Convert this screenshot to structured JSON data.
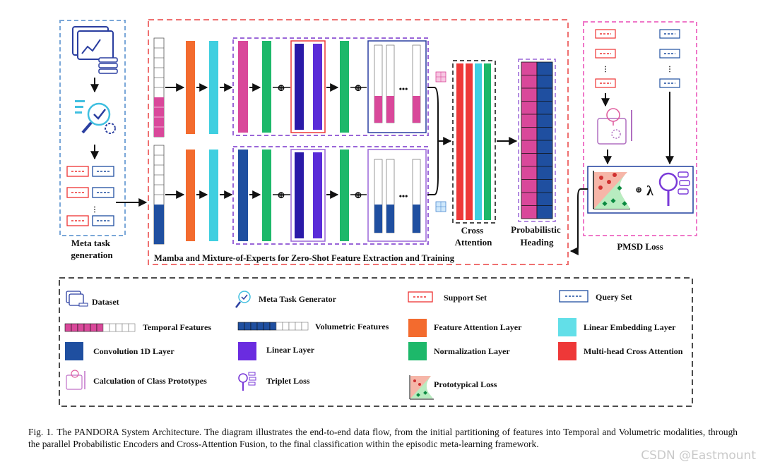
{
  "diagram": {
    "meta_task_label": [
      "Meta task",
      "generation"
    ],
    "main_panel_title": "Mamba and Mixture-of-Experts for Zero-Shot Feature Extraction and Training",
    "cross_attention_label": [
      "Cross",
      "Attention"
    ],
    "probabilistic_heading_label": [
      "Probabilistic",
      "Heading"
    ],
    "pmsd_label": "PMSD Loss",
    "lambda_symbol": "λ",
    "plus_symbol": "⊕",
    "ellipsis": "•••"
  },
  "legend": {
    "items": [
      {
        "icon": "dataset-icon",
        "label": "Dataset"
      },
      {
        "icon": "meta-task-generator-icon",
        "label": "Meta Task Generator"
      },
      {
        "icon": "support-set-icon",
        "label": "Support Set"
      },
      {
        "icon": "query-set-icon",
        "label": "Query Set"
      },
      {
        "icon": "temporal-features-icon",
        "label": "Temporal Features"
      },
      {
        "icon": "volumetric-features-icon",
        "label": "Volumetric Features"
      },
      {
        "icon": "feature-attention-swatch",
        "label": "Feature Attention Layer"
      },
      {
        "icon": "linear-embedding-swatch",
        "label": "Linear Embedding Layer"
      },
      {
        "icon": "conv1d-swatch",
        "label": "Convolution 1D Layer"
      },
      {
        "icon": "linear-layer-swatch",
        "label": "Linear Layer"
      },
      {
        "icon": "normalization-swatch",
        "label": "Normalization Layer"
      },
      {
        "icon": "cross-attention-swatch",
        "label": "Multi-head Cross Attention"
      },
      {
        "icon": "class-prototypes-icon",
        "label": "Calculation of  Class Prototypes"
      },
      {
        "icon": "triplet-loss-icon",
        "label": "Triplet Loss"
      },
      {
        "icon": "prototypical-loss-icon",
        "label": "Prototypical Loss"
      }
    ]
  },
  "colors": {
    "magenta": "#d9489a",
    "navy": "#1f4fa0",
    "orange": "#f36b2e",
    "cyan": "#3fcfe0",
    "green": "#1db86a",
    "purple": "#5a2cd8",
    "red": "#ee3838",
    "blue_dash": "#7aa7d8",
    "red_dash": "#ef7070",
    "pink_dash": "#ef77c8",
    "purple_dash": "#9a66d8"
  },
  "caption": {
    "prefix": "Fig. 1.",
    "text": "The PANDORA System Architecture. The diagram illustrates the end-to-end data flow, from the initial partitioning of features into Temporal and Volumetric modalities, through the parallel Probabilistic Encoders and Cross-Attention Fusion, to the final classification within the episodic meta-learning framework."
  },
  "watermark": "CSDN @Eastmount"
}
